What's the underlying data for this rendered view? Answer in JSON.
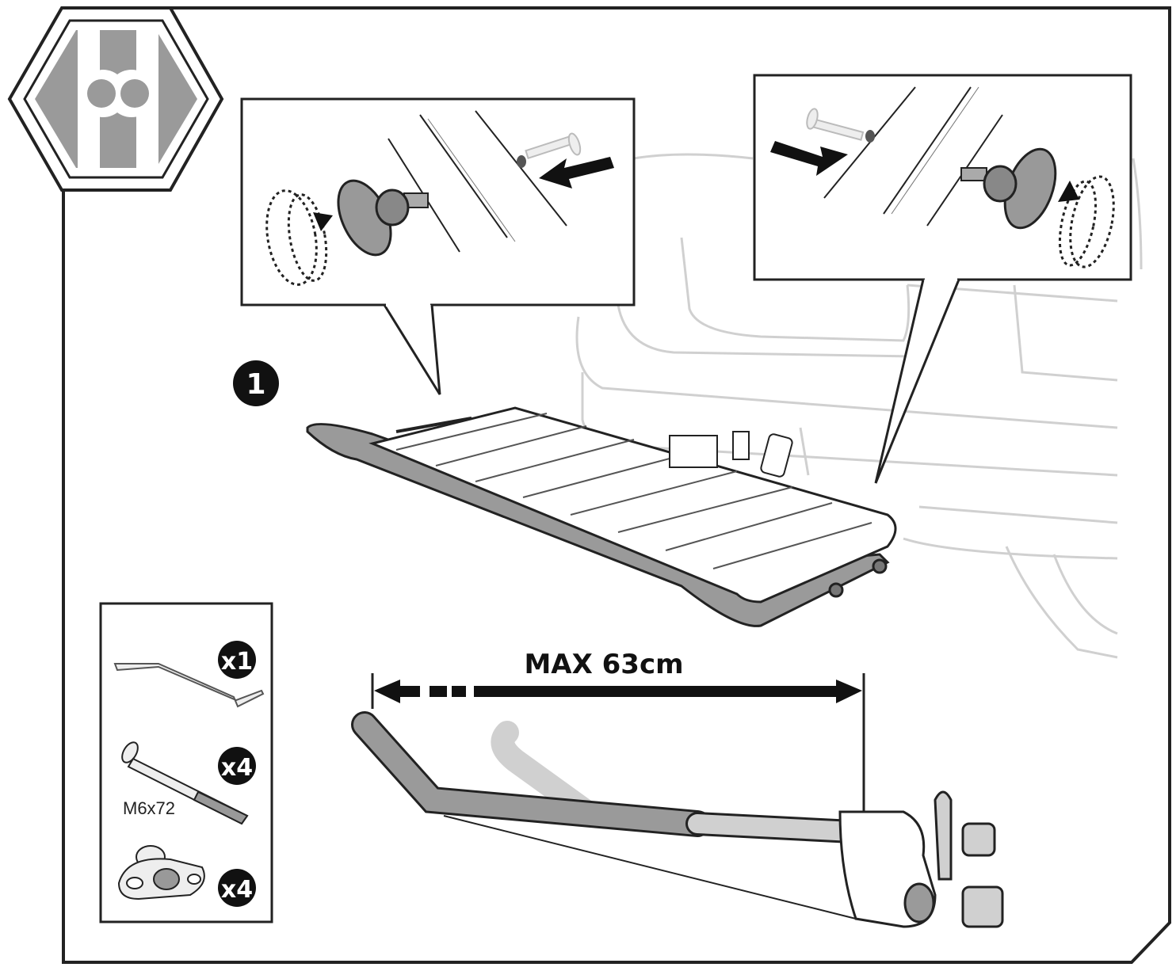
{
  "step": {
    "number": "1"
  },
  "dimension": {
    "label": "MAX 63cm"
  },
  "parts": [
    {
      "name": "hex-key-tool",
      "qty": "x1",
      "code": ""
    },
    {
      "name": "carriage-bolt",
      "qty": "x4",
      "code": "M6x72"
    },
    {
      "name": "wing-knob",
      "qty": "x4",
      "code": ""
    }
  ],
  "colors": {
    "line": "#222222",
    "gray": "#9a9a9a",
    "light": "#d0d0d0",
    "dark": "#111111"
  },
  "icons": [
    "two-person-assembly-icon",
    "rotate-clockwise-icon",
    "rotate-counterclockwise-icon",
    "push-arrow-icon"
  ]
}
